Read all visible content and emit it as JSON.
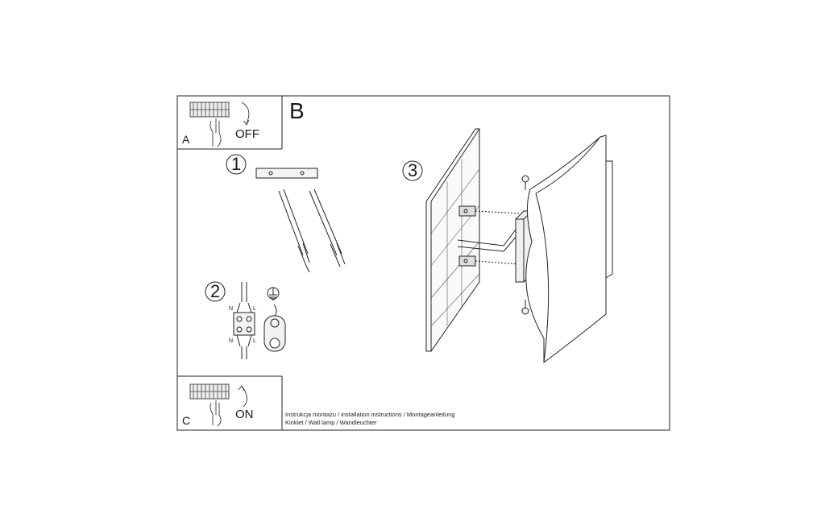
{
  "panels": {
    "a": {
      "letter": "A",
      "action": "OFF"
    },
    "b": {
      "letter": "B"
    },
    "c": {
      "letter": "C",
      "action": "ON"
    }
  },
  "steps": {
    "one": "1",
    "two": "2",
    "three": "3"
  },
  "wiring": {
    "n_top": "N",
    "l_top": "L",
    "n_bottom": "N",
    "l_bottom": "L"
  },
  "caption": {
    "line1": "Instrukcja montażu / installation instructions / Montageanleitung",
    "line2": "Kinkiet / Wall lamp / Wandleuchter"
  }
}
